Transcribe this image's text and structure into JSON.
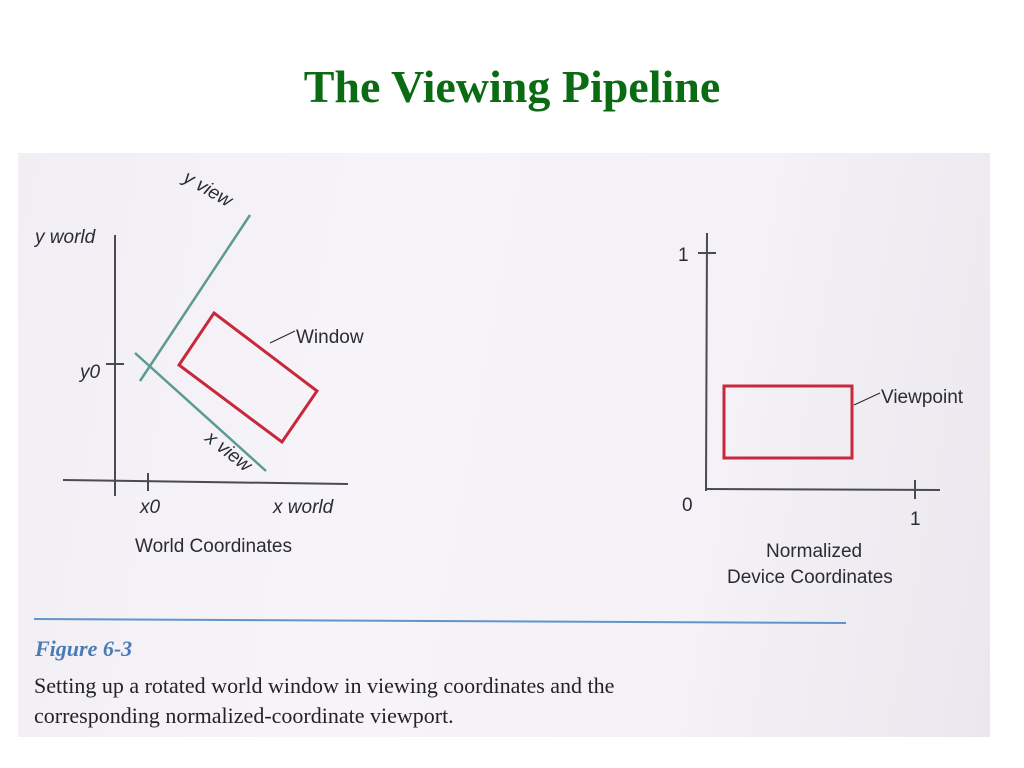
{
  "slide": {
    "title": "The Viewing Pipeline"
  },
  "diagram": {
    "world": {
      "y_axis_label": "y world",
      "x_axis_label": "x world",
      "y_view_label": "y view",
      "x_view_label": "x view",
      "y0_label": "y0",
      "x0_label": "x0",
      "window_label": "Window",
      "caption": "World Coordinates"
    },
    "device": {
      "tick_top": "1",
      "tick_right": "1",
      "origin": "0",
      "viewport_label": "Viewpoint",
      "caption_line1": "Normalized",
      "caption_line2": "Device Coordinates"
    },
    "figure": {
      "label": "Figure 6-3",
      "line1": "Setting up a rotated world window in viewing coordinates and the",
      "line2": "corresponding normalized-coordinate viewport."
    }
  },
  "colors": {
    "title": "#0a6b12",
    "window_outline": "#c8283c",
    "view_axes": "#5c9a96",
    "axes": "#4a4a55",
    "figure_label": "#4a7bb5",
    "caption_rule": "#5e95cc"
  }
}
